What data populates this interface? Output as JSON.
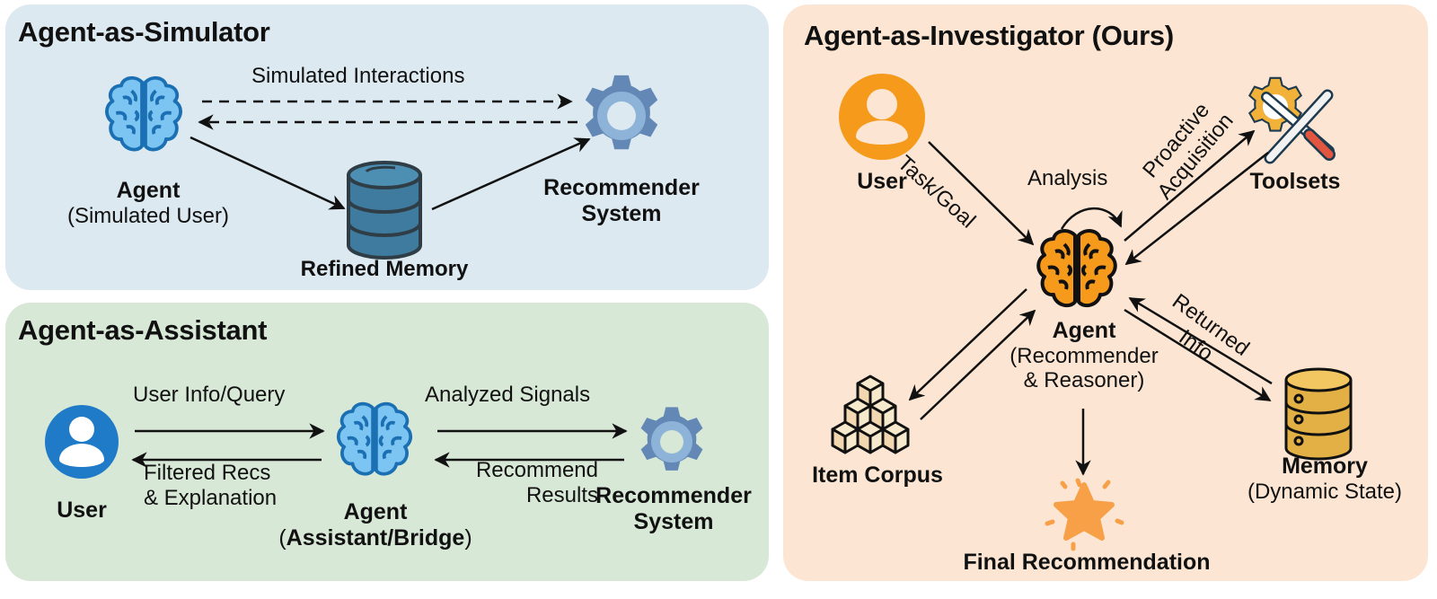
{
  "panels": {
    "simulator": {
      "title": "Agent-as-Simulator",
      "edge_label": "Simulated Interactions",
      "agent_name": "Agent",
      "agent_role": "(Simulated User)",
      "memory_label": "Refined Memory",
      "recsys_line1": "Recommender",
      "recsys_line2": "System",
      "colors": {
        "background": "#dce9f0",
        "brain": "#7cc4f2",
        "gear": "#5f86b5",
        "database": "#3f7b9e"
      }
    },
    "assistant": {
      "title": "Agent-as-Assistant",
      "user_label": "User",
      "to_agent_label": "User Info/Query",
      "from_agent_line1": "Filtered Recs",
      "from_agent_line2": "& Explanation",
      "agent_name": "Agent",
      "agent_role_open": "(",
      "agent_role": "Assistant/Bridge",
      "agent_role_close": ")",
      "to_recsys_label": "Analyzed Signals",
      "from_recsys_line1": "Recommend",
      "from_recsys_line2": "Results",
      "recsys_line1": "Recommender",
      "recsys_line2": "System",
      "colors": {
        "background": "#d8e8d6",
        "user_icon": "#1f7ac8"
      }
    },
    "investigator": {
      "title": "Agent-as-Investigator (Ours)",
      "user_label": "User",
      "task_label": "Task/Goal",
      "analysis_label": "Analysis",
      "proactive_line1": "Proactive",
      "proactive_line2": "Acquisition",
      "toolsets_label": "Toolsets",
      "returned_line1": "Returned",
      "returned_line2": "Info",
      "agent_name": "Agent",
      "agent_role_line1": "(Recommender",
      "agent_role_line2": "& Reasoner)",
      "corpus_label": "Item Corpus",
      "memory_label": "Memory",
      "memory_sub": "(Dynamic State)",
      "final_label": "Final Recommendation",
      "colors": {
        "background": "#fce6d3",
        "accent": "#f59a1b",
        "database": "#efbf4f",
        "star": "#f7a048"
      }
    }
  }
}
